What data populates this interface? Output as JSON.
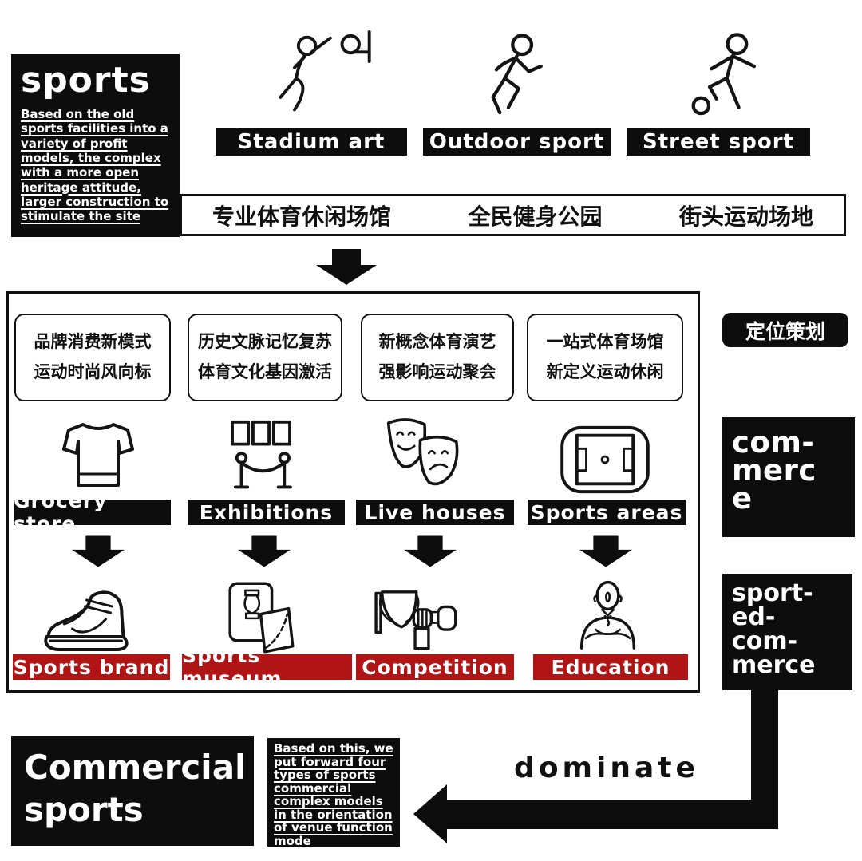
{
  "colors": {
    "black": "#0d0d0d",
    "red": "#b01414",
    "ink": "#111111",
    "background": "#ffffff"
  },
  "intro": {
    "title": "sports",
    "description": "Based on the old sports facilities into a variety of profit models, the complex with a more open heritage attitude, larger construction to stimulate the site"
  },
  "site_types": [
    {
      "label": "Stadium art",
      "icon": "basketball-player-icon",
      "venue_cn": "专业体育休闲场馆"
    },
    {
      "label": "Outdoor sport",
      "icon": "running-figure-icon",
      "venue_cn": "全民健身公园"
    },
    {
      "label": "Street sport",
      "icon": "football-figure-icon",
      "venue_cn": "街头运动场地"
    }
  ],
  "matrix": {
    "columns": [
      {
        "concept_cn": "品牌消费新模式\n运动时尚风向标",
        "venue_icon": "tshirt-icon",
        "venue_label": "Grocery store",
        "model_icon": "sneaker-icon",
        "model_label": "Sports brand"
      },
      {
        "concept_cn": "历史文脉记忆复苏\n体育文化基因激活",
        "venue_icon": "exhibition-icon",
        "venue_label": "Exhibitions",
        "model_icon": "museum-icon",
        "model_label": "Sports museum"
      },
      {
        "concept_cn": "新概念体育演艺\n强影响运动聚会",
        "venue_icon": "theater-masks-icon",
        "venue_label": "Live houses",
        "model_icon": "trophy-icon",
        "model_label": "Competition"
      },
      {
        "concept_cn": "一站式体育场馆\n新定义运动休闲",
        "venue_icon": "stadium-icon",
        "venue_label": "Sports areas",
        "model_icon": "coach-icon",
        "model_label": "Education"
      }
    ]
  },
  "side": {
    "planning_cn": "定位策划",
    "commerce": "com-\nmerc\ne",
    "sport_ed_commerce": "sport-\ned-\ncom-\nmerce"
  },
  "outro": {
    "title": "Commercial\nsports",
    "note": "Based on this, we put forward four types of sports commercial complex models in the orientation of venue function mode",
    "arrow_label": "dominate"
  }
}
